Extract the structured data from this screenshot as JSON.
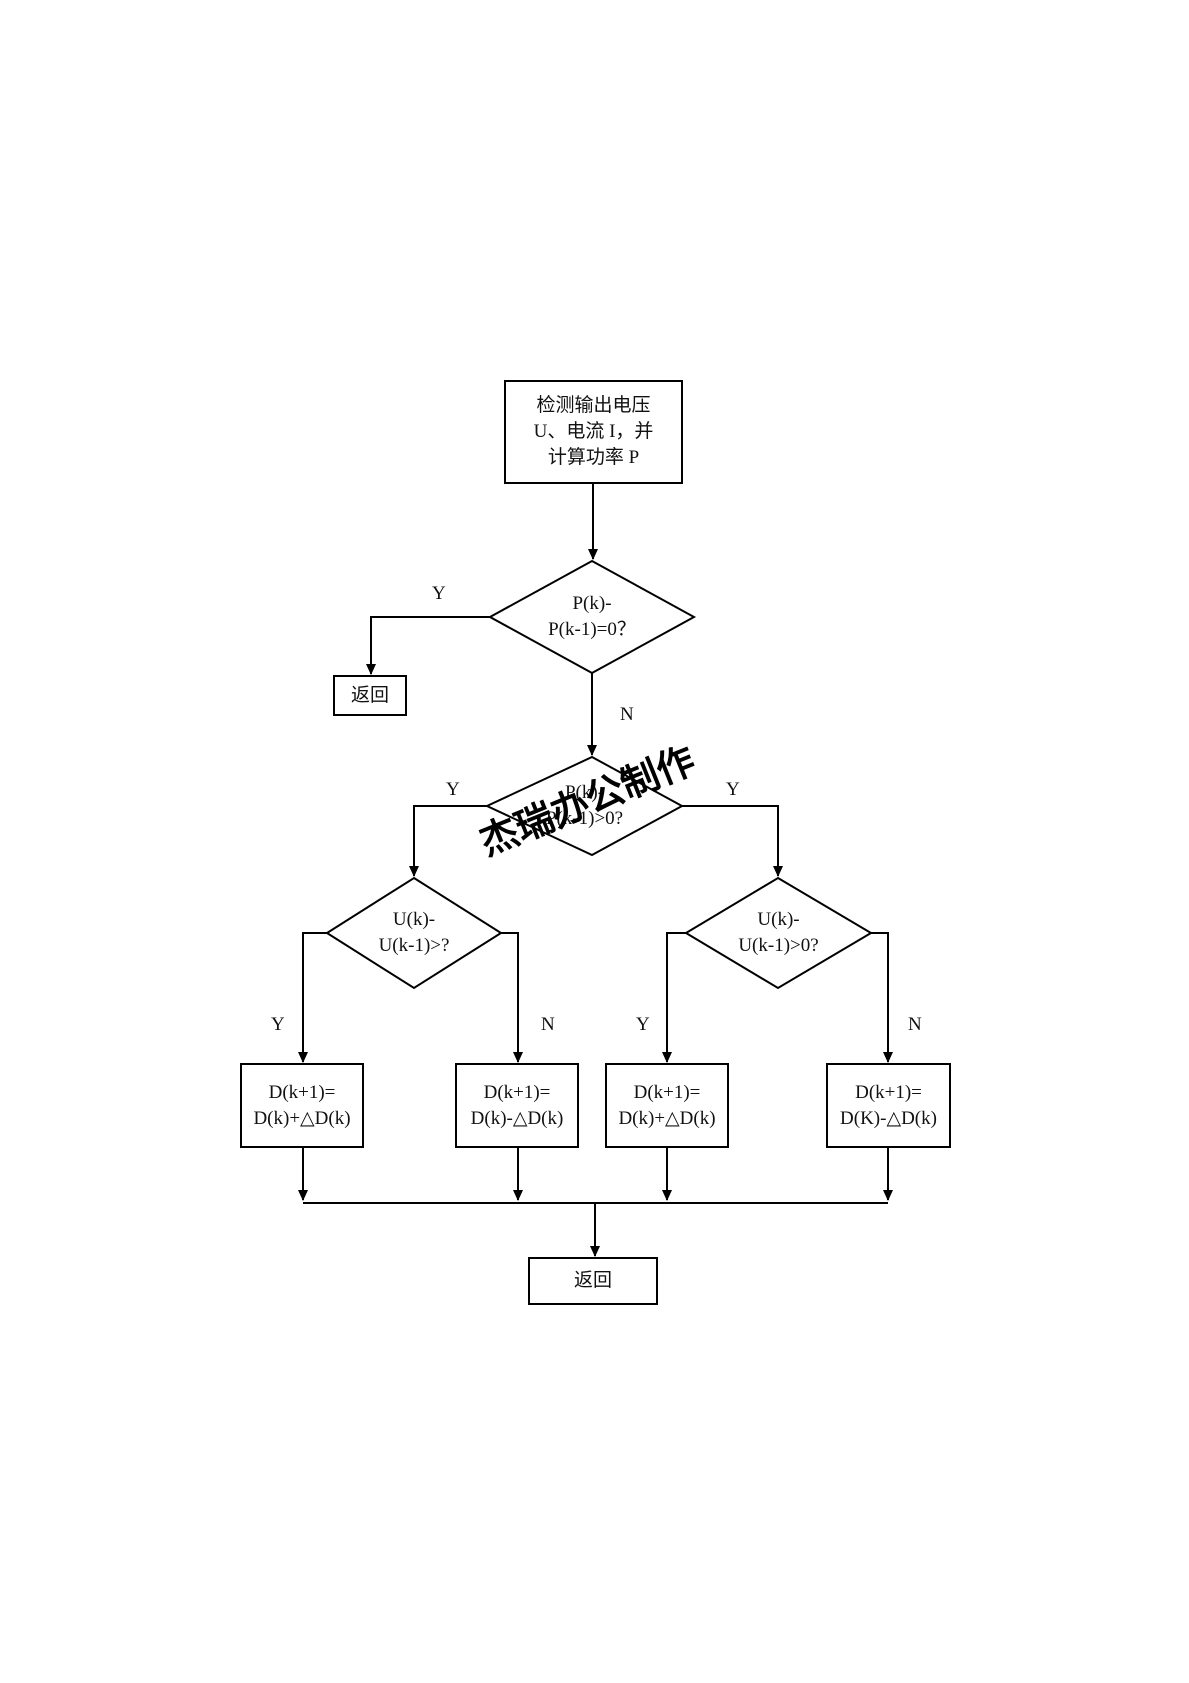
{
  "nodes": {
    "start": [
      "检测输出电压",
      "U、电流 I，并",
      "计算功率 P"
    ],
    "d1": [
      "P(k)-",
      "P(k-1)=0？"
    ],
    "return1": "返回",
    "d2": [
      "P(k)-",
      "P(k-1)>0?"
    ],
    "d3": [
      "U(k)-",
      "U(k-1)>?"
    ],
    "d4": [
      "U(k)-",
      "U(k-1)>0?"
    ],
    "b1": [
      "D(k+1)=",
      "D(k)+△D(k)"
    ],
    "b2": [
      "D(k+1)=",
      "D(k)-△D(k)"
    ],
    "b3": [
      "D(k+1)=",
      "D(k)+△D(k)"
    ],
    "b4": [
      "D(k+1)=",
      "D(K)-△D(k)"
    ],
    "return2": "返回"
  },
  "labels": {
    "yes": "Y",
    "no": "N"
  },
  "watermark": "杰瑞办公制作"
}
